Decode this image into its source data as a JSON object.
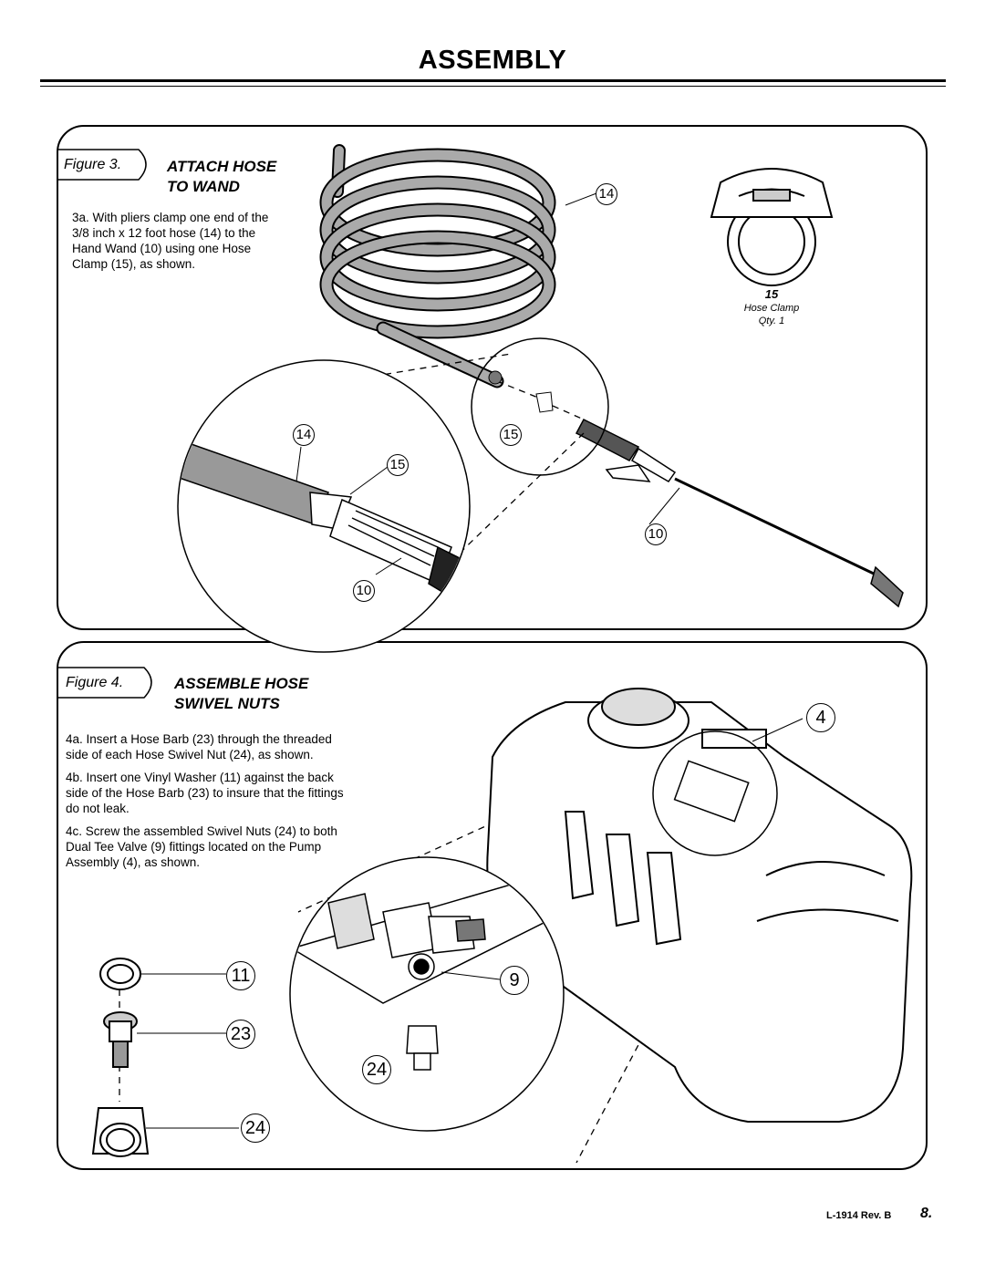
{
  "page_title": "ASSEMBLY",
  "figure3": {
    "figure_label": "Figure 3.",
    "title_line1": "ATTACH HOSE",
    "title_line2": "TO WAND",
    "instruction": "3a. With pliers clamp one end of the 3/8 inch x 12 foot hose (14) to the Hand Wand (10) using one Hose Clamp (15), as shown.",
    "callouts": {
      "hose": "14",
      "clamp": "15",
      "wand": "10"
    },
    "clamp_part": {
      "number": "15",
      "name": "Hose Clamp",
      "qty": "Qty. 1"
    }
  },
  "figure4": {
    "figure_label": "Figure 4.",
    "title_line1": "ASSEMBLE HOSE",
    "title_line2": "SWIVEL NUTS",
    "instructions": [
      "4a. Insert a Hose Barb (23) through the threaded side of each Hose Swivel Nut (24), as shown.",
      "4b. Insert one Vinyl Washer (11) against the back side of the Hose Barb (23) to insure that the fittings do not leak.",
      "4c. Screw the assembled Swivel Nuts (24) to both Dual Tee Valve (9) fittings located on the Pump Assembly (4), as shown."
    ],
    "callouts": {
      "pump": "4",
      "valve": "9",
      "washer": "11",
      "barb": "23",
      "swivel_nut": "24"
    }
  },
  "footer": {
    "doc_code": "L-1914 Rev. B",
    "page_number": "8."
  }
}
